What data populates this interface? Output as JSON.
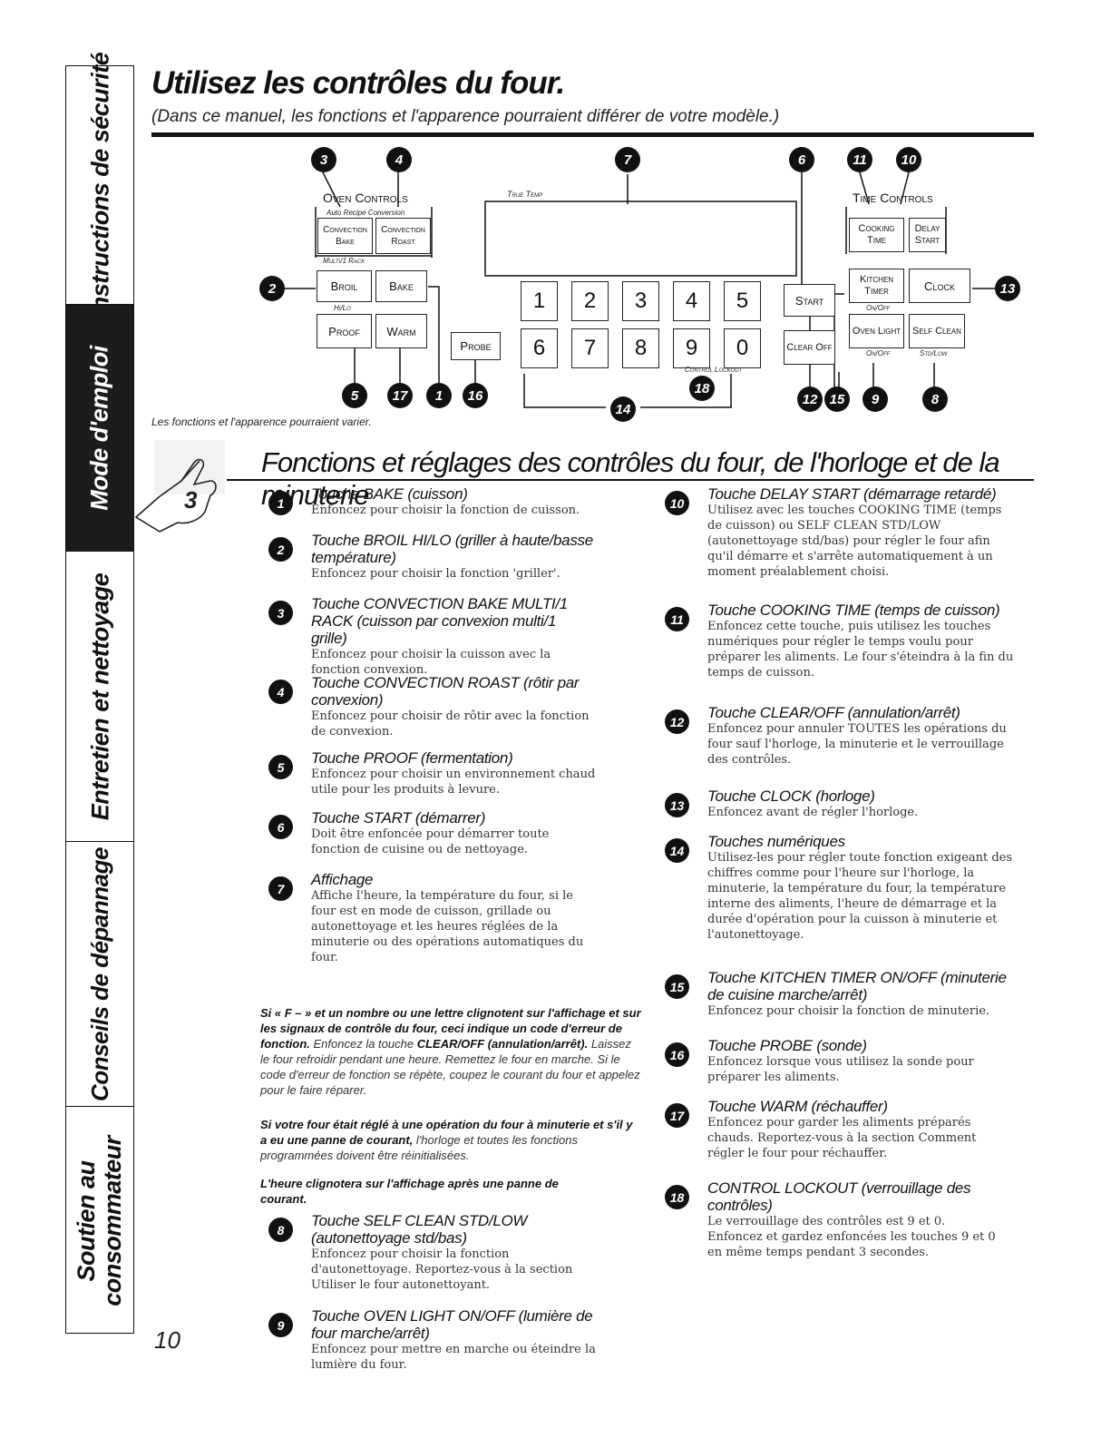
{
  "sidebar": {
    "tabs": [
      {
        "label": "Instructions de sécurité",
        "active": false
      },
      {
        "label": "Mode d'emploi",
        "active": true
      },
      {
        "label": "Entretien et nettoyage",
        "active": false
      },
      {
        "label": "Conseils de dépannage",
        "active": false
      },
      {
        "label": "Soutien au consommateur",
        "active": false
      }
    ]
  },
  "header": {
    "title": "Utilisez les contrôles du four.",
    "subtitle": "(Dans ce manuel, les fonctions et l'apparence pourraient différer de votre modèle.)"
  },
  "panel": {
    "oven_controls_label": "Oven Controls",
    "auto_recipe_label": "Auto Recipe Conversion",
    "true_temp_label": "True Temp",
    "time_controls_label": "Time Controls",
    "multi_rack_label": "Multi/1 Rack",
    "hilo_label": "Hi/Lo",
    "onoff_label": "On/Off",
    "onoff2_label": "On/Off",
    "stdlow_label": "Std/Low",
    "control_lockout_label": "Control Lockout",
    "keys": {
      "conv_bake": "Convection Bake",
      "conv_roast": "Convection Roast",
      "broil": "Broil",
      "bake": "Bake",
      "proof": "Proof",
      "warm": "Warm",
      "probe": "Probe",
      "start": "Start",
      "clear_off": "Clear Off",
      "cooking_time": "Cooking Time",
      "delay_start": "Delay Start",
      "kitchen_timer": "Kitchen Timer",
      "clock": "Clock",
      "oven_light": "Oven Light",
      "self_clean": "Self Clean"
    },
    "numbers": [
      "1",
      "2",
      "3",
      "4",
      "5",
      "6",
      "7",
      "8",
      "9",
      "0"
    ],
    "callouts": {
      "c3": "3",
      "c4": "4",
      "c7": "7",
      "c6": "6",
      "c11": "11",
      "c10": "10",
      "c2": "2",
      "c13": "13",
      "c5": "5",
      "c17": "17",
      "c1": "1",
      "c16": "16",
      "c18": "18",
      "c14": "14",
      "c12": "12",
      "c15": "15",
      "c9": "9",
      "c8": "8"
    },
    "caption": "Les fonctions et l'apparence pourraient varier."
  },
  "section": {
    "heading": "Fonctions et réglages des contrôles du four, de l'horloge et de la minuterie"
  },
  "items_left": [
    {
      "n": "1",
      "title": "Touche BAKE (cuisson)",
      "desc": "Enfoncez pour choisir la fonction de cuisson."
    },
    {
      "n": "2",
      "title": "Touche BROIL HI/LO (griller à haute/basse température)",
      "desc": "Enfoncez pour choisir la fonction 'griller'."
    },
    {
      "n": "3",
      "title": "Touche CONVECTION BAKE MULTI/1 RACK (cuisson par convexion multi/1 grille)",
      "desc": "Enfoncez pour choisir la cuisson avec la fonction convexion."
    },
    {
      "n": "4",
      "title": "Touche CONVECTION ROAST (rôtir par convexion)",
      "desc": "Enfoncez pour choisir de rôtir avec la fonction de convexion."
    },
    {
      "n": "5",
      "title": "Touche PROOF (fermentation)",
      "desc": "Enfoncez pour choisir un environnement chaud utile pour les produits à levure."
    },
    {
      "n": "6",
      "title": "Touche START (démarrer)",
      "desc": "Doit être enfoncée pour démarrer toute fonction de cuisine ou de nettoyage."
    },
    {
      "n": "7",
      "title": "Affichage",
      "desc": "Affiche l'heure, la température du four, si le four est en mode de cuisson, grillade ou autonettoyage et les heures réglées de la minuterie ou des opérations automatiques du four."
    }
  ],
  "warnings": [
    {
      "bold": "Si « F – » et un nombre ou une lettre clignotent sur l'affichage et sur les signaux de contrôle du four, ceci indique un code d'erreur de fonction.",
      "text": " Enfoncez la touche "
    },
    {
      "bold": "CLEAR/OFF (annulation/arrêt).",
      "text": " Laissez le four refroidir pendant une heure. Remettez le four en marche. Si le code d'erreur de fonction se répète, coupez le courant du four et appelez pour le faire réparer."
    },
    {
      "bold": "Si votre four était réglé à une opération du four à minuterie et s'il y a eu une panne de courant,",
      "text": " l'horloge et toutes les fonctions programmées doivent être réinitialisées."
    },
    {
      "bold": "L'heure clignotera sur l'affichage après une panne de courant.",
      "text": ""
    }
  ],
  "items_left2": [
    {
      "n": "8",
      "title": "Touche SELF CLEAN STD/LOW (autonettoyage std/bas)",
      "desc": "Enfoncez pour choisir la fonction d'autonettoyage. Reportez-vous à la section Utiliser le four autonettoyant."
    },
    {
      "n": "9",
      "title": "Touche OVEN LIGHT ON/OFF (lumière de four marche/arrêt)",
      "desc": "Enfoncez pour mettre en marche ou éteindre la lumière du four."
    }
  ],
  "items_right": [
    {
      "n": "10",
      "title": "Touche DELAY START (démarrage retardé)",
      "desc": "Utilisez avec les touches COOKING TIME (temps de cuisson) ou SELF CLEAN STD/LOW (autonettoyage std/bas) pour régler le four afin qu'il démarre et s'arrête automatiquement à un moment préalablement choisi."
    },
    {
      "n": "11",
      "title": "Touche COOKING TIME (temps de cuisson)",
      "desc": "Enfoncez cette touche, puis utilisez les touches numériques pour régler le temps voulu pour préparer les aliments. Le four s'éteindra à la fin du temps de cuisson."
    },
    {
      "n": "12",
      "title": "Touche CLEAR/OFF (annulation/arrêt)",
      "desc": "Enfoncez pour annuler TOUTES les opérations du four sauf l'horloge, la minuterie et le verrouillage des contrôles."
    },
    {
      "n": "13",
      "title": "Touche CLOCK (horloge)",
      "desc": "Enfoncez avant de régler l'horloge."
    },
    {
      "n": "14",
      "title": "Touches numériques",
      "desc": "Utilisez-les pour régler toute fonction exigeant des chiffres comme pour l'heure sur l'horloge, la minuterie, la température du four, la température interne des aliments, l'heure de démarrage et la durée d'opération pour la cuisson à minuterie et l'autonettoyage."
    },
    {
      "n": "15",
      "title": "Touche KITCHEN TIMER ON/OFF (minuterie de cuisine marche/arrêt)",
      "desc": "Enfoncez pour choisir la fonction de minuterie."
    },
    {
      "n": "16",
      "title": "Touche PROBE (sonde)",
      "desc": "Enfoncez lorsque vous utilisez la sonde pour préparer les aliments."
    },
    {
      "n": "17",
      "title": "Touche WARM (réchauffer)",
      "desc": "Enfoncez pour garder les aliments préparés chauds. Reportez-vous à la section Comment régler le four pour réchauffer."
    },
    {
      "n": "18",
      "title": "CONTROL LOCKOUT (verrouillage des contrôles)",
      "desc": "Le verrouillage des contrôles est 9 et 0. Enfoncez et gardez enfoncées les touches 9 et 0 en même temps pendant 3 secondes."
    }
  ],
  "page_number": "10"
}
